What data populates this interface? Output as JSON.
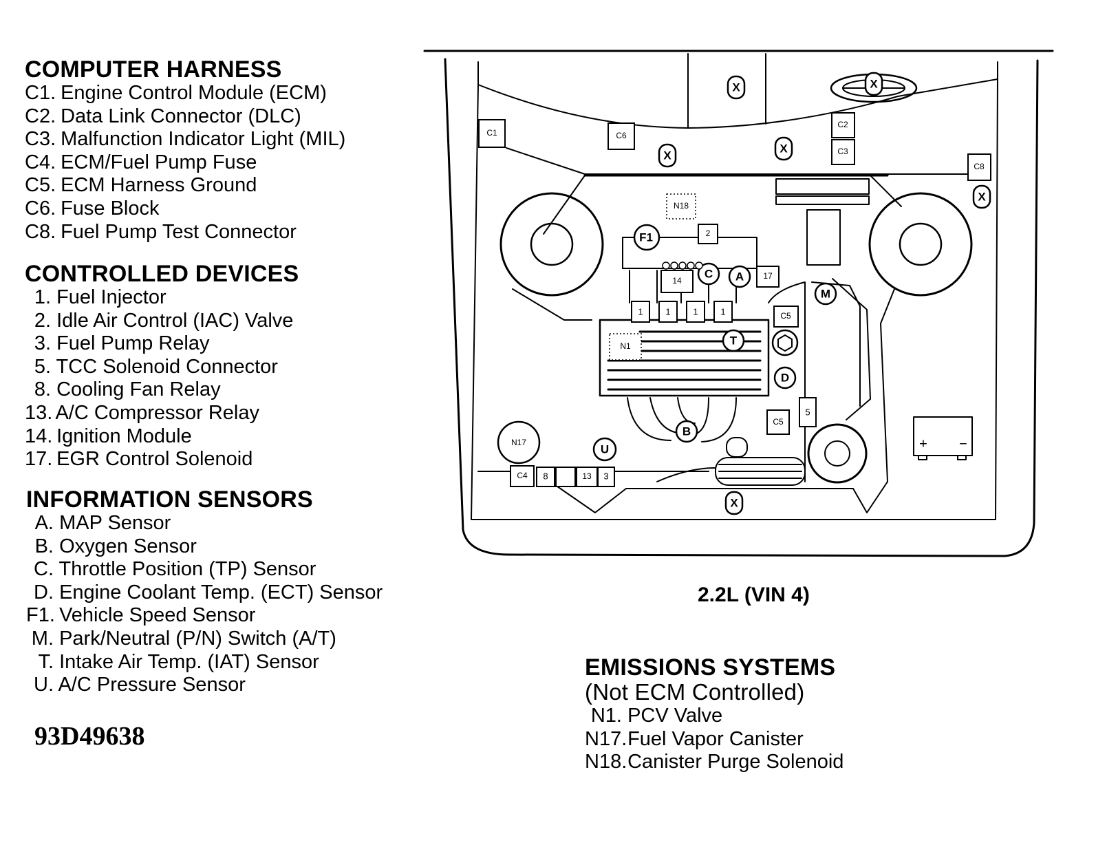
{
  "computer_harness": {
    "heading": "COMPUTER HARNESS",
    "items": [
      {
        "code": "C1.",
        "label": "Engine Control Module (ECM)"
      },
      {
        "code": "C2.",
        "label": "Data Link Connector (DLC)"
      },
      {
        "code": "C3.",
        "label": "Malfunction Indicator Light (MIL)"
      },
      {
        "code": "C4.",
        "label": "ECM/Fuel Pump Fuse"
      },
      {
        "code": "C5.",
        "label": "ECM Harness Ground"
      },
      {
        "code": "C6.",
        "label": "Fuse Block"
      },
      {
        "code": "C8.",
        "label": "Fuel Pump Test Connector"
      }
    ]
  },
  "controlled_devices": {
    "heading": "CONTROLLED DEVICES",
    "items": [
      {
        "code": "1.",
        "label": "Fuel Injector"
      },
      {
        "code": "2.",
        "label": "Idle Air Control (IAC) Valve"
      },
      {
        "code": "3.",
        "label": "Fuel Pump Relay"
      },
      {
        "code": "5.",
        "label": "TCC Solenoid Connector"
      },
      {
        "code": "8.",
        "label": "Cooling Fan Relay"
      },
      {
        "code": "13.",
        "label": "A/C Compressor Relay"
      },
      {
        "code": "14.",
        "label": "Ignition Module"
      },
      {
        "code": "17.",
        "label": "EGR Control Solenoid"
      }
    ]
  },
  "information_sensors": {
    "heading": "INFORMATION SENSORS",
    "items": [
      {
        "code": "A.",
        "label": "MAP Sensor"
      },
      {
        "code": "B.",
        "label": "Oxygen Sensor"
      },
      {
        "code": "C.",
        "label": "Throttle Position (TP) Sensor"
      },
      {
        "code": "D.",
        "label": "Engine Coolant Temp. (ECT) Sensor"
      },
      {
        "code": "F1.",
        "label": "Vehicle Speed Sensor"
      },
      {
        "code": "M.",
        "label": "Park/Neutral (P/N) Switch (A/T)"
      },
      {
        "code": "T.",
        "label": "Intake Air Temp. (IAT) Sensor"
      },
      {
        "code": "U.",
        "label": "A/C Pressure Sensor"
      }
    ]
  },
  "emissions": {
    "heading": "EMISSIONS SYSTEMS",
    "subheading": "(Not ECM Controlled)",
    "items": [
      {
        "code": "N1.",
        "label": "PCV Valve"
      },
      {
        "code": "N17.",
        "label": "Fuel Vapor Canister"
      },
      {
        "code": "N18.",
        "label": "Canister Purge Solenoid"
      }
    ]
  },
  "figure_caption": "2.2L (VIN 4)",
  "reference_number": "93D49638",
  "diagram_labels": {
    "c1": "C1",
    "c2": "C2",
    "c3": "C3",
    "c4": "C4",
    "c5a": "C5",
    "c5b": "C5",
    "c6": "C6",
    "c8": "C8",
    "n1": "N1",
    "n17": "N17",
    "n18": "N18",
    "f1": "F1",
    "two": "2",
    "fourteen": "14",
    "c": "C",
    "a": "A",
    "seventeen": "17",
    "m": "M",
    "t": "T",
    "d": "D",
    "b": "B",
    "u": "U",
    "five": "5",
    "eight": "8",
    "thirteen": "13",
    "three": "3",
    "one": "1",
    "x": "X",
    "plus": "+",
    "minus": "−"
  }
}
